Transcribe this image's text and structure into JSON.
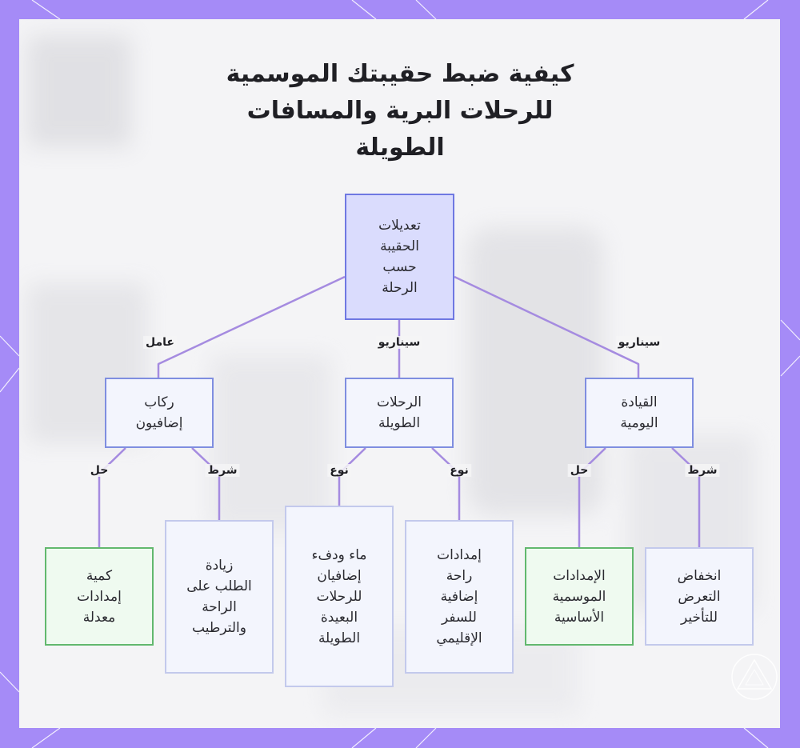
{
  "title": "كيفية ضبط حقيبتك الموسمية\nللرحلات البرية والمسافات\nالطويلة",
  "nodes": {
    "root": "تعديلات\nالحقيبة\nحسب\nالرحلة",
    "extra_passengers": "ركاب\nإضافيون",
    "long_trips": "الرحلات\nالطويلة",
    "daily_driving": "القيادة\nاليومية",
    "adjusted_supplies": "كمية\nإمدادات\nمعدلة",
    "increased_demand": "زيادة\nالطلب على\nالراحة\nوالترطيب",
    "water_warmth": "ماء ودفء\nإضافيان\nللرحلات\nالبعيدة\nالطويلة",
    "comfort_supplies": "إمدادات\nراحة\nإضافية\nللسفر\nالإقليمي",
    "basic_seasonal": "الإمدادات\nالموسمية\nالأساسية",
    "low_exposure": "انخفاض\nالتعرض\nللتأخير"
  },
  "edge_labels": {
    "factor": "عامل",
    "scenario_long": "سيناريو",
    "scenario_daily": "سيناريو",
    "solution_passengers": "حل",
    "condition_passengers": "شرط",
    "type_water": "نوع",
    "type_comfort": "نوع",
    "solution_daily": "حل",
    "condition_daily": "شرط"
  },
  "colors": {
    "frame": "#a58bf7",
    "edge": "#a58be0",
    "root_fill": "#dadcfd",
    "node_fill": "#f3f5fd",
    "green_border": "#62b86e"
  }
}
